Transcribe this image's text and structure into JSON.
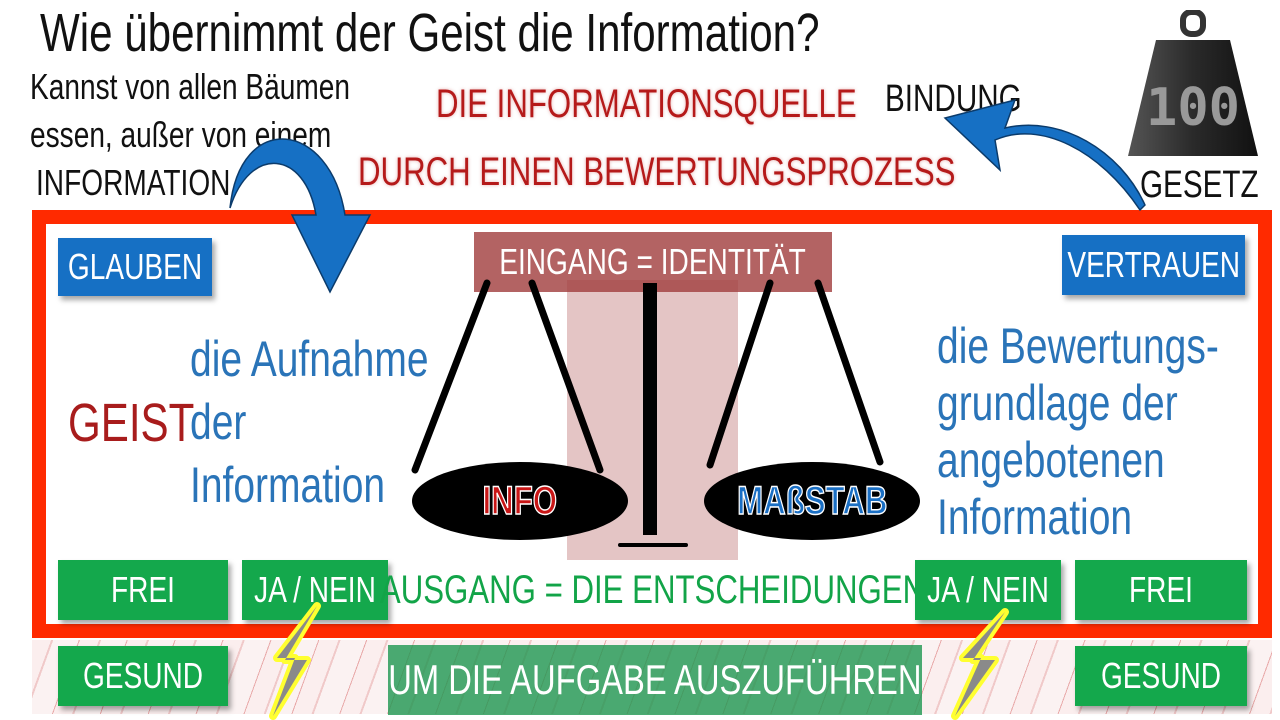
{
  "title": "Wie übernimmt der Geist die Information?",
  "left_note": {
    "line1": "Kannst von allen Bäumen",
    "line2": "essen, außer von einem",
    "line3": "INFORMATION"
  },
  "headline1": "DIE INFORMATIONSQUELLE",
  "headline2": "DURCH EINEN BEWERTUNGSPROZESS",
  "bindung": "BINDUNG",
  "weight": {
    "value": "100",
    "label": "GESETZ"
  },
  "glauben": "GLAUBEN",
  "vertrauen": "VERTRAUEN",
  "eingang": "EINGANG = IDENTITÄT",
  "geist": "GEIST",
  "left_desc": [
    "die Aufnahme",
    "der",
    "Information"
  ],
  "right_desc": [
    "die Bewertungs-",
    "grundlage der",
    "angebotenen",
    "Information"
  ],
  "info": "INFO",
  "massstab": "MAßSTAB",
  "bottom_row": {
    "frei_left": "FREI",
    "janein_left": "JA / NEIN",
    "ausgang": "AUSGANG = DIE ENTSCHEIDUNGEN",
    "janein_right": "JA / NEIN",
    "frei_right": "FREI"
  },
  "strip": {
    "gesund_left": "GESUND",
    "aufgabe": "UM DIE AUFGABE AUSZUFÜHREN",
    "gesund_right": "GESUND"
  },
  "colors": {
    "frame": "#ff2a00",
    "blue": "#1670c4",
    "green": "#14a84c",
    "red_text": "#b51a1a"
  }
}
